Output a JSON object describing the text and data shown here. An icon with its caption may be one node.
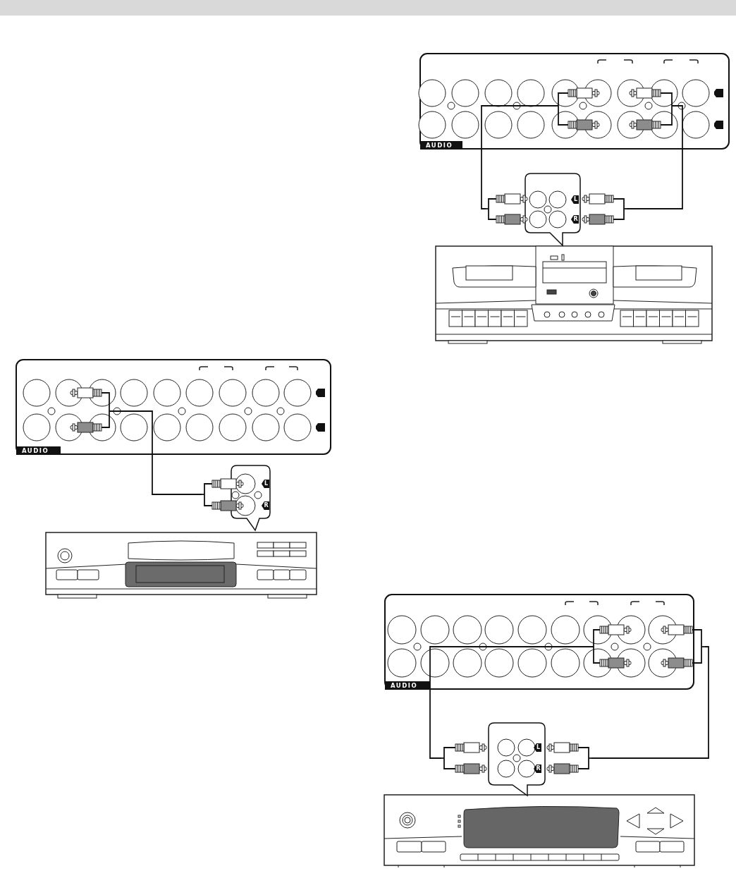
{
  "diagram": {
    "nodes": [
      {
        "text": [
          "AUDIO"
        ]
      },
      {
        "text": [
          "L",
          "R"
        ]
      },
      {
        "text": [
          "AUDIO"
        ]
      },
      {
        "text": [
          "L",
          "R"
        ]
      },
      {
        "text": [
          "AUDIO"
        ]
      },
      {
        "text": [
          "L",
          "R"
        ]
      }
    ],
    "edges": [
      {
        "from": 0,
        "to": 1,
        "arrow": "none"
      },
      {
        "from": 2,
        "to": 3,
        "arrow": "none"
      },
      {
        "from": 2,
        "to": 3,
        "arrow": "none"
      },
      {
        "from": 4,
        "to": 5,
        "arrow": "none"
      },
      {
        "from": 4,
        "to": 5,
        "arrow": "none"
      }
    ]
  }
}
